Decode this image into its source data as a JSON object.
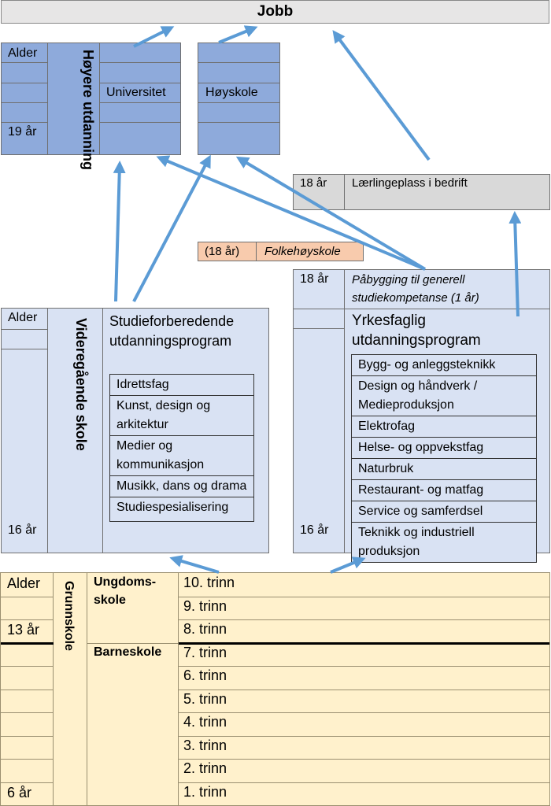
{
  "jobb": "Jobb",
  "higher": {
    "title": "Høyere utdanning",
    "age_header": "Alder",
    "age": "19 år",
    "universitet": "Universitet",
    "hoyskole": "Høyskole"
  },
  "laerling": {
    "age": "18 år",
    "label": "Lærlingeplass i bedrift"
  },
  "folkehoyskole": {
    "age": "(18 år)",
    "label": "Folkehøyskole"
  },
  "vgs": {
    "title": "Videregående skole",
    "age_header": "Alder",
    "age": "16 år",
    "studie_title": "Studieforberedende utdanningsprogram",
    "studie_programs": [
      "Idrettsfag",
      "Kunst, design og arkitektur",
      "Medier og kommunikasjon",
      "Musikk, dans og drama",
      "Studiespesialisering"
    ]
  },
  "yrke": {
    "pabygg_age": "18 år",
    "pabygg": "Påbygging til generell studiekompetanse (1 år)",
    "age": "16 år",
    "title": "Yrkesfaglig utdanningsprogram",
    "programs": [
      "Bygg- og anleggsteknikk",
      "Design og håndverk / Medieproduksjon",
      "Elektrofag",
      "Helse- og oppvekstfag",
      "Naturbruk",
      "Restaurant- og matfag",
      "Service og samferdsel",
      "Teknikk og industriell produksjon"
    ]
  },
  "grunnskole": {
    "title": "Grunnskole",
    "age_header": "Alder",
    "age13": "13 år",
    "age6": "6 år",
    "ungdom": "Ungdoms-skole",
    "barne": "Barneskole",
    "trinn": [
      "10. trinn",
      "9. trinn",
      "8. trinn",
      "7. trinn",
      "6. trinn",
      "5. trinn",
      "4. trinn",
      "3. trinn",
      "2. trinn",
      "1. trinn"
    ]
  },
  "colors": {
    "arrow": "#5b9bd5",
    "higher": "#8eaadb",
    "vgs": "#d9e2f3",
    "grunnskole": "#fff1cc",
    "folk": "#f8cbad",
    "jobb": "#e7e6e6"
  }
}
